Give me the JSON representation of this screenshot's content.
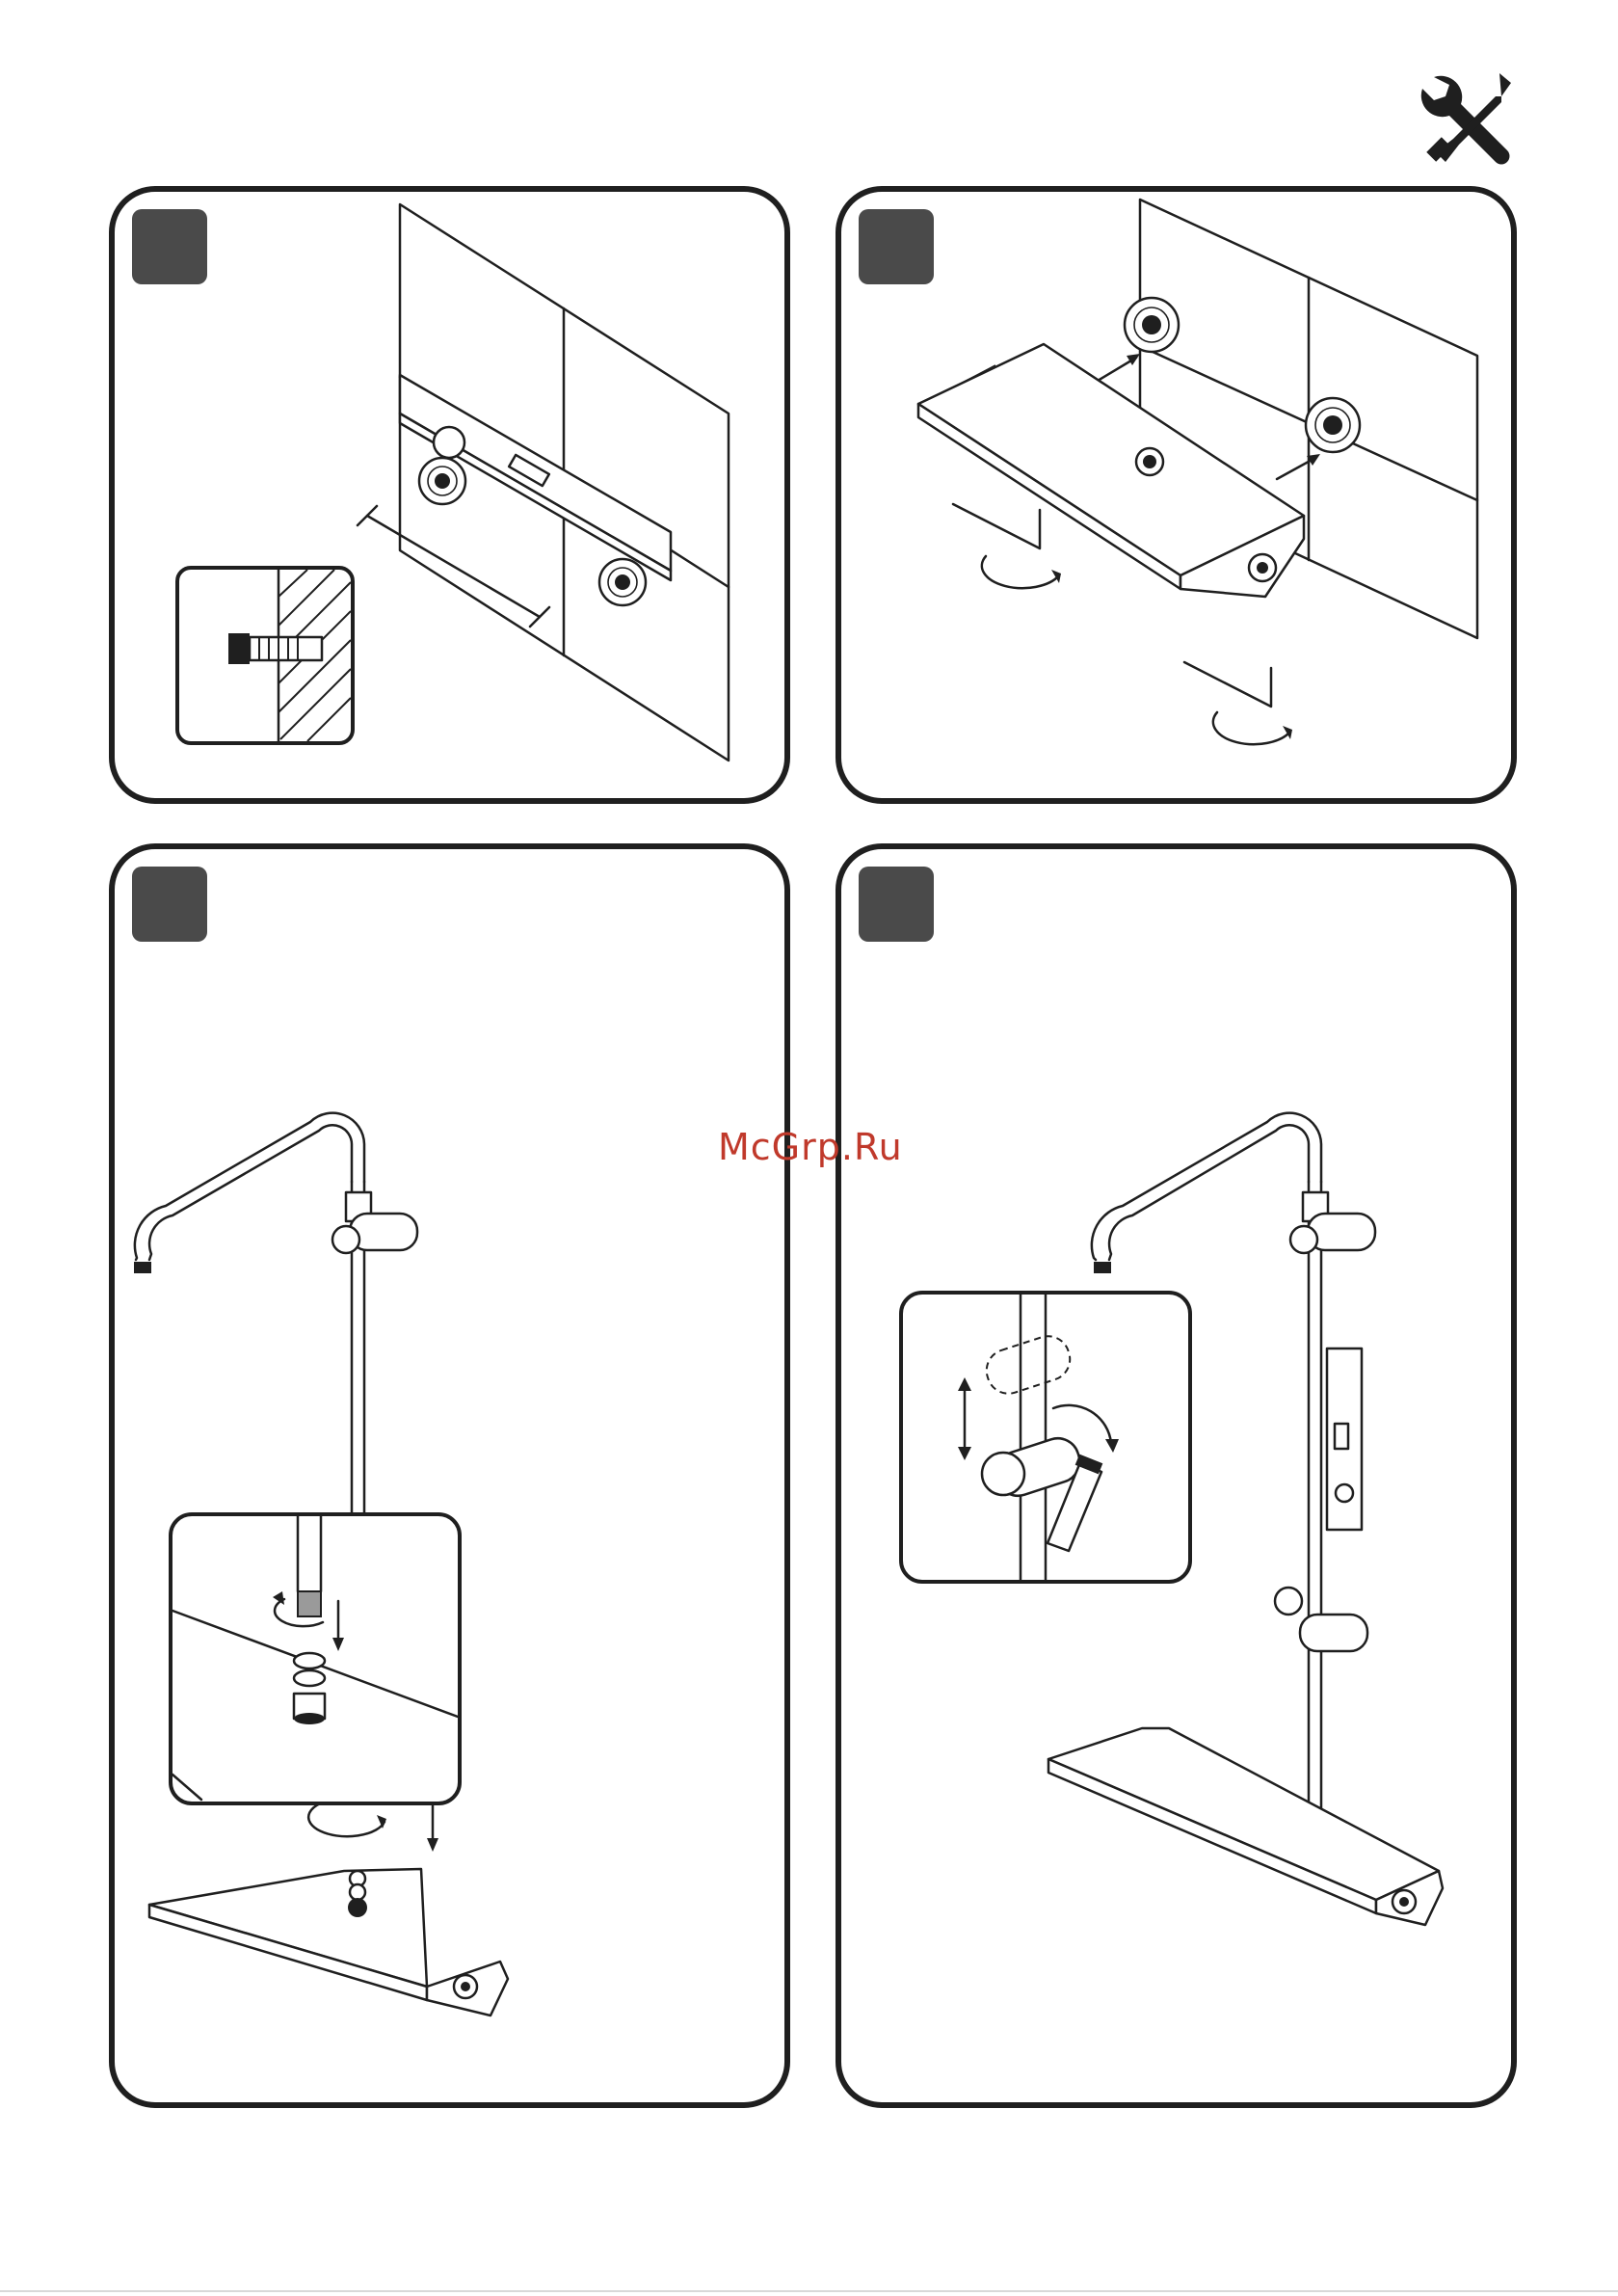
{
  "page": {
    "icon": "tools-icon",
    "watermark": "McGrp.Ru",
    "accent_color": "#c0392b",
    "badge_color": "#4a4a4a",
    "border_color": "#1f1f1f"
  },
  "panels": [
    {
      "step": "",
      "illustration": "wall-bracket-mounting-with-level"
    },
    {
      "step": "",
      "illustration": "shelf-attach-to-wall-connectors-with-hex-key"
    },
    {
      "step": "",
      "illustration": "shower-column-screw-into-shelf"
    },
    {
      "step": "",
      "illustration": "slide-bar-holder-height-adjust"
    }
  ]
}
